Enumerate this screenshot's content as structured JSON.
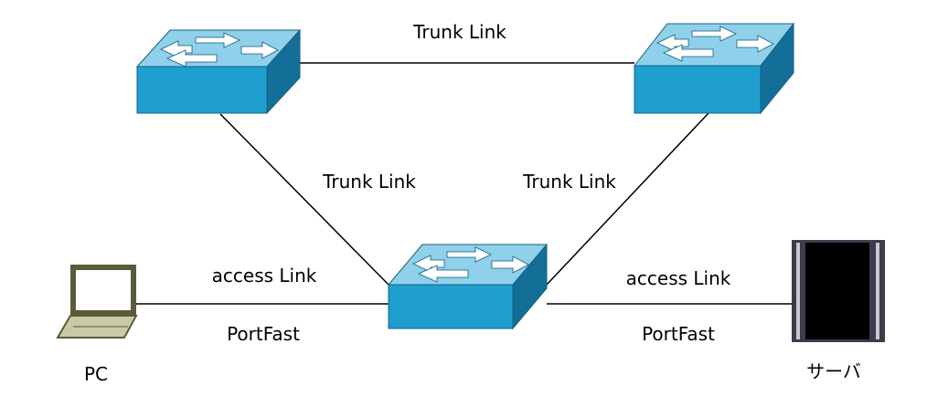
{
  "diagram": {
    "links": {
      "trunk_top": "Trunk Link",
      "trunk_left": "Trunk Link",
      "trunk_right": "Trunk Link",
      "access_left": "access Link",
      "access_right": "access Link"
    },
    "portfast": {
      "left": "PortFast",
      "right": "PortFast"
    },
    "devices": {
      "pc": "PC",
      "server": "サーバ"
    }
  },
  "colors": {
    "switch_top": "#8fd0ea",
    "switch_front": "#1e9fd0",
    "switch_side": "#136f98",
    "arrow": "#ffffff",
    "laptop_body": "#c9c9a8",
    "laptop_outline": "#5b5b3c",
    "laptop_screen": "#ffffff",
    "server_frame": "#3c3c4c",
    "server_body": "#000000",
    "server_rail": "#c8c8d0"
  }
}
